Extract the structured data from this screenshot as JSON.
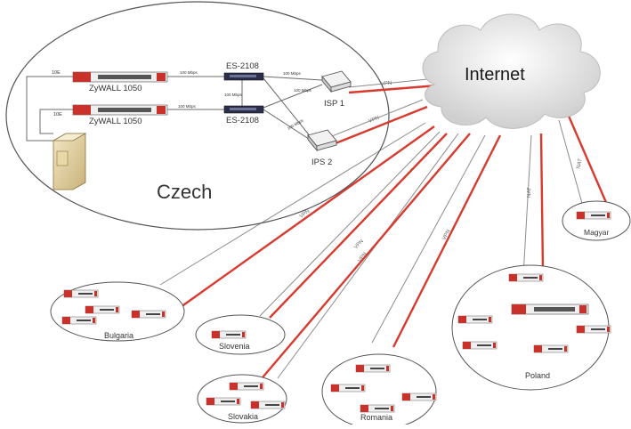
{
  "colors": {
    "vpn_line": "#d93a2e",
    "thin_line": "#8c8c8c",
    "device_red": "#c8322a",
    "device_body": "#e9e9e9",
    "switch_body": "#2b2f4a",
    "ellipse_stroke": "#555555",
    "cloud_fill": "#e6e6e6"
  },
  "internet": {
    "label": "Internet"
  },
  "czech": {
    "site_label": "Czech",
    "device1": "ZyWALL 1050",
    "device2": "ZyWALL 1050",
    "switch1": "ES-2108",
    "switch2": "ES-2108",
    "isp1": "ISP 1",
    "isp2": "IPS 2",
    "link_10e_top": "10E",
    "link_10e_bottom": "10E",
    "speed_fw1": "100 Mbps",
    "speed_fw2": "100 Mbps",
    "speed_switch": "100 Mbps",
    "speed_isp1": "100 Mbps",
    "speed_isp1b": "100 Mbps",
    "speed_isp2": "100 Mbps"
  },
  "links": {
    "vpn_isp1": "VPN",
    "vpn_isp2": "VPN",
    "vpn_bulgaria": "VPN",
    "vpn_slovakia": "VPN",
    "vpn_romania": "VPN",
    "vpn_slovenia": "VPN",
    "nat_poland": "NAT",
    "nat_magyar": "NAT"
  },
  "sites": {
    "bulgaria": "Bulgaria",
    "slovenia": "Slovenia",
    "slovakia": "Slovakia",
    "romania": "Romania",
    "poland": "Poland",
    "magyar": "Magyar"
  }
}
